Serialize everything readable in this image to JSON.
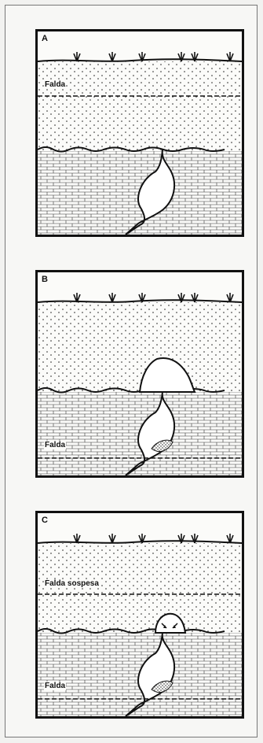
{
  "panels": [
    {
      "letter": "A",
      "water_labels": [
        "Falda"
      ]
    },
    {
      "letter": "B",
      "water_labels": [
        "Falda"
      ]
    },
    {
      "letter": "C",
      "water_labels": [
        "Falda sospesa",
        "Falda"
      ]
    }
  ],
  "colors": {
    "line": "#111111",
    "paper": "#fbfbf9",
    "background": "#f2f2f0"
  }
}
